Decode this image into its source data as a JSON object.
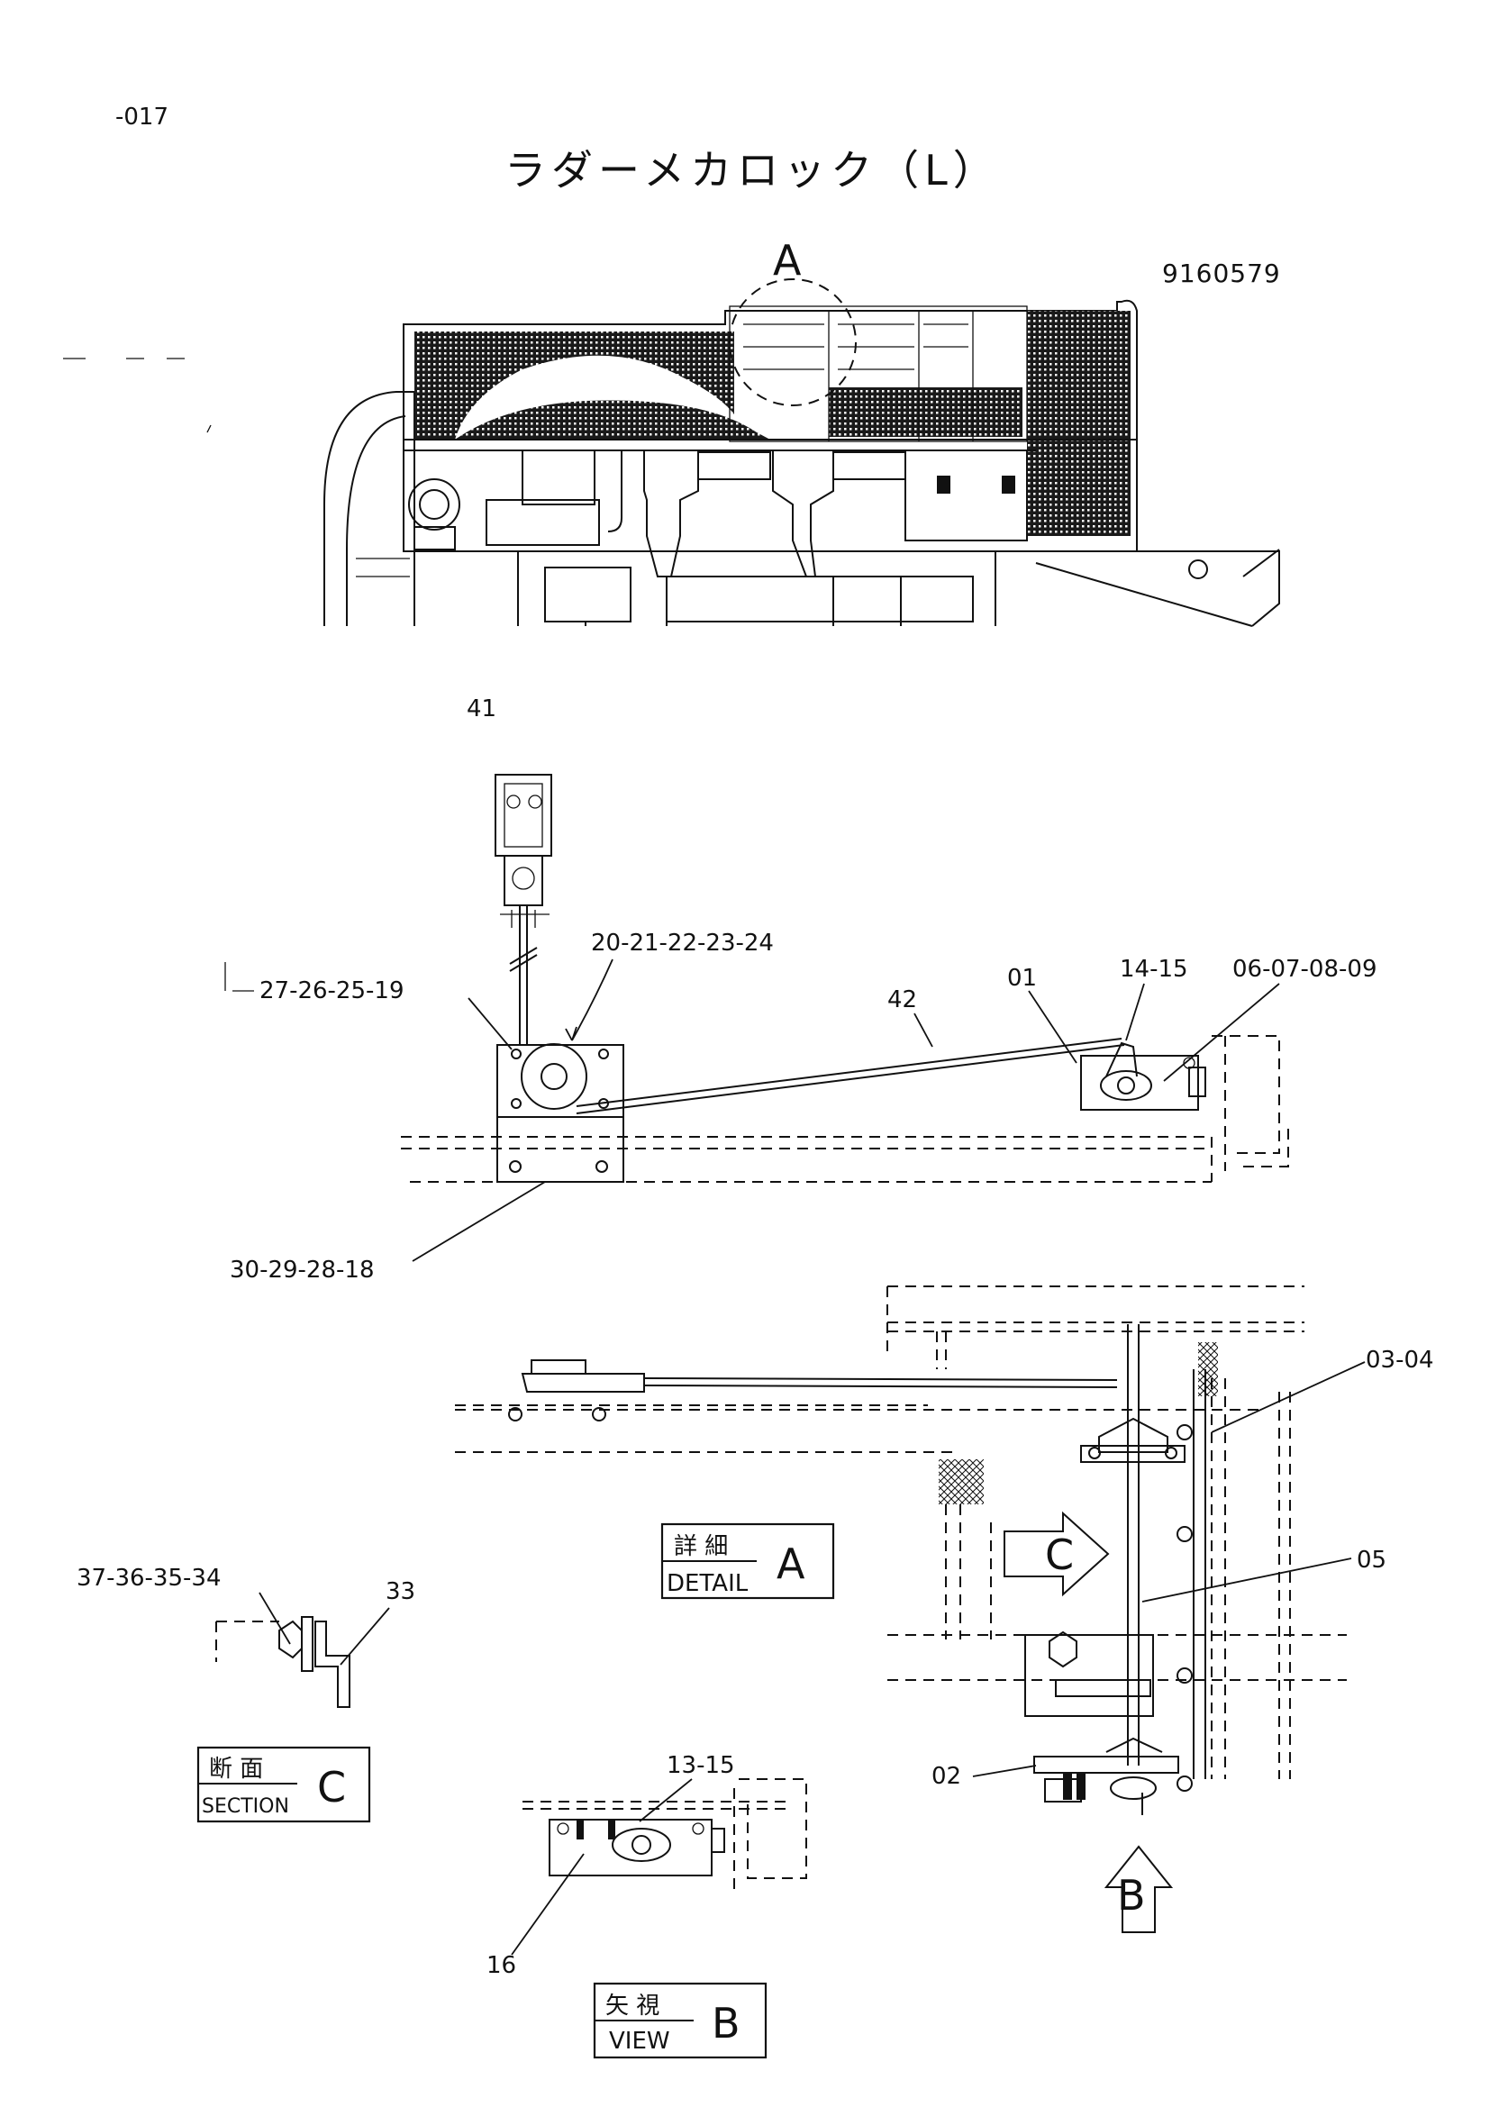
{
  "header": {
    "page_ref": "-017",
    "title": "ラダーメカロック（L）",
    "drawing_number": "9160579",
    "detail_marker": "A"
  },
  "part_labels": {
    "p41": "41",
    "p20": "20-21-22-23-24",
    "p27": "27-26-25-19",
    "p42": "42",
    "p01": "01",
    "p14": "14-15",
    "p06": "06-07-08-09",
    "p30": "30-29-28-18",
    "p03": "03-04",
    "p05": "05",
    "p02": "02",
    "p37": "37-36-35-34",
    "p33": "33",
    "p13": "13-15",
    "p16": "16"
  },
  "callouts": {
    "detail": {
      "jp": "詳 細",
      "en": "DETAIL",
      "letter": "A"
    },
    "section": {
      "jp": "断 面",
      "en": "SECTION",
      "letter": "C"
    },
    "view": {
      "jp": "矢 視",
      "en": "VIEW",
      "letter": "B"
    }
  },
  "arrows": {
    "view_arrow_letter": "B",
    "section_arrow_letter": "C"
  }
}
